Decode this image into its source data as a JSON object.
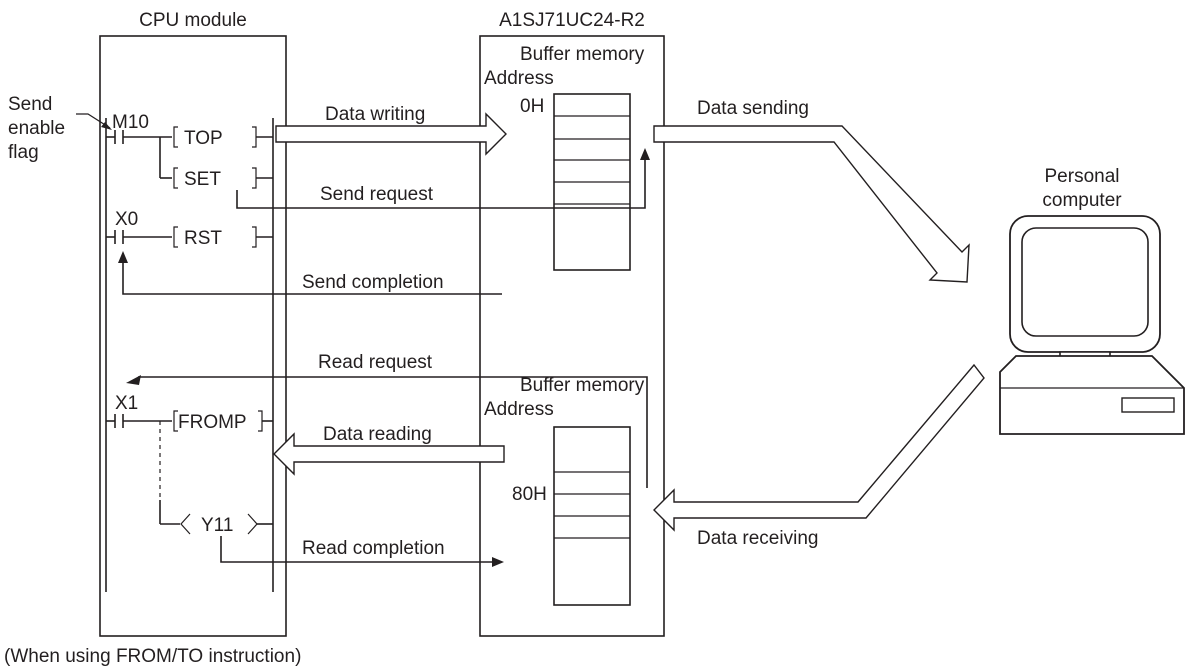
{
  "cpu_module": {
    "title": "CPU module"
  },
  "interface_module": {
    "title": "A1SJ71UC24-R2"
  },
  "send_enable_flag": {
    "line1": "Send",
    "line2": "enable",
    "line3": "flag"
  },
  "ladder": {
    "contact_m10": "M10",
    "contact_x0": "X0",
    "contact_x1": "X1",
    "instr_top": "TOP",
    "instr_set": "SET",
    "instr_rst": "RST",
    "instr_fromp": "FROMP",
    "coil_y11": "Y11"
  },
  "buffer_send": {
    "title": "Buffer memory",
    "address_label": "Address",
    "start_address": "0H"
  },
  "buffer_receive": {
    "title": "Buffer memory",
    "address_label": "Address",
    "start_address": "80H"
  },
  "flows": {
    "data_writing": "Data writing",
    "send_request": "Send request",
    "send_completion": "Send completion",
    "read_request": "Read request",
    "data_reading": "Data reading",
    "read_completion": "Read completion",
    "data_sending": "Data sending",
    "data_receiving": "Data receiving"
  },
  "personal_computer": {
    "line1": "Personal",
    "line2": "computer"
  },
  "footnote": "(When using FROM/TO instruction)"
}
